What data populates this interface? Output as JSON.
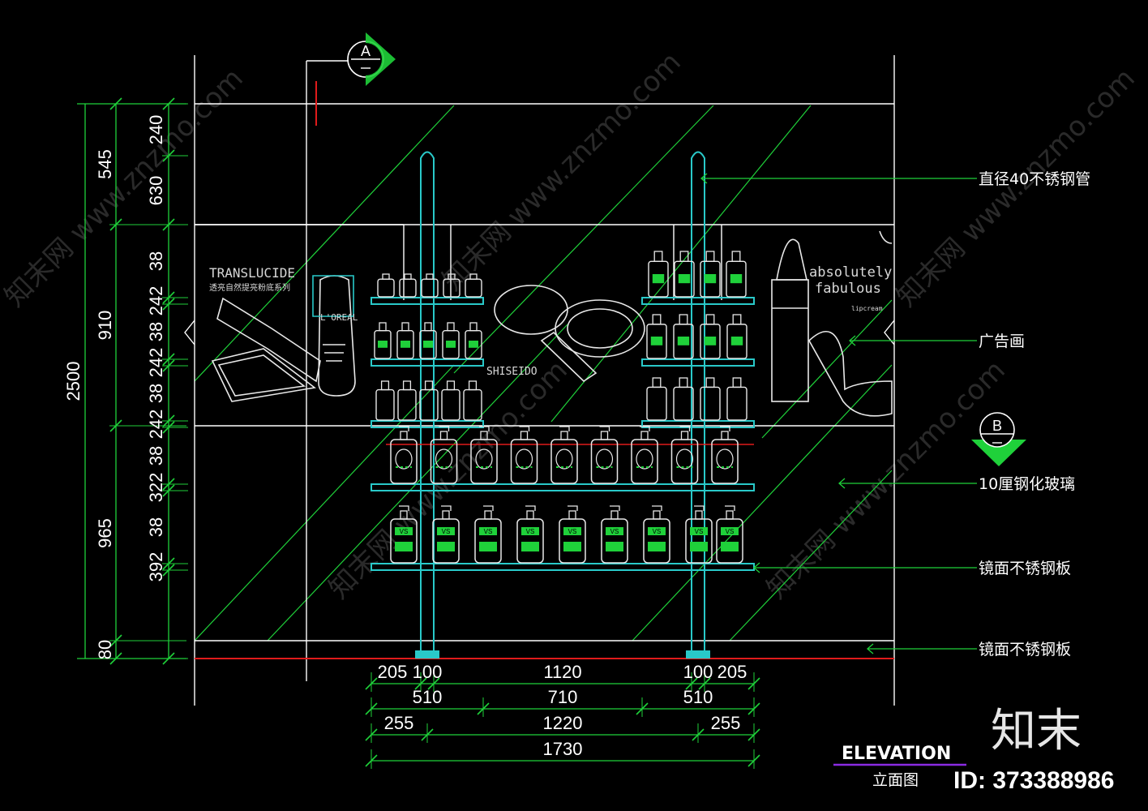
{
  "colors": {
    "background": "#000000",
    "line_white": "#ffffff",
    "line_green": "#1fd13a",
    "line_cyan": "#29c9c9",
    "marker_red": "#e01b1b",
    "title_purple": "#8a2be2"
  },
  "section_markers": [
    {
      "id": "A"
    },
    {
      "id": "B"
    }
  ],
  "dimensions_left": {
    "total": "2500",
    "tier1": [
      "545",
      "910",
      "965",
      "80"
    ],
    "tier2": [
      "240",
      "630",
      "38",
      "242",
      "38",
      "242",
      "38",
      "242",
      "38",
      "322",
      "38",
      "392"
    ]
  },
  "dimensions_bottom": {
    "row1": [
      "205",
      "100",
      "1120",
      "100",
      "205"
    ],
    "row2": [
      "510",
      "710",
      "510"
    ],
    "row3": [
      "255",
      "1220",
      "255"
    ],
    "row4": [
      "1730"
    ]
  },
  "annotations": [
    "直径40不锈钢管",
    "广告画",
    "10厘钢化玻璃",
    "镜面不锈钢板",
    "镜面不锈钢板"
  ],
  "poster_text": {
    "left_brand": "TRANSLUCIDE",
    "left_sub": "透亮自然提亮粉底系列",
    "bottle_brand": "L'OREAL",
    "center_brand": "SHISEIDO",
    "right_line1": "absolutely",
    "right_line2": "fabulous",
    "right_small": "lipcream",
    "bottle_label": "VS"
  },
  "title": {
    "en": "ELEVATION",
    "cn": "立面图"
  },
  "watermark": {
    "text": "知末网 www.znzmo.com",
    "logo": "知末",
    "id": "ID: 373388986"
  }
}
